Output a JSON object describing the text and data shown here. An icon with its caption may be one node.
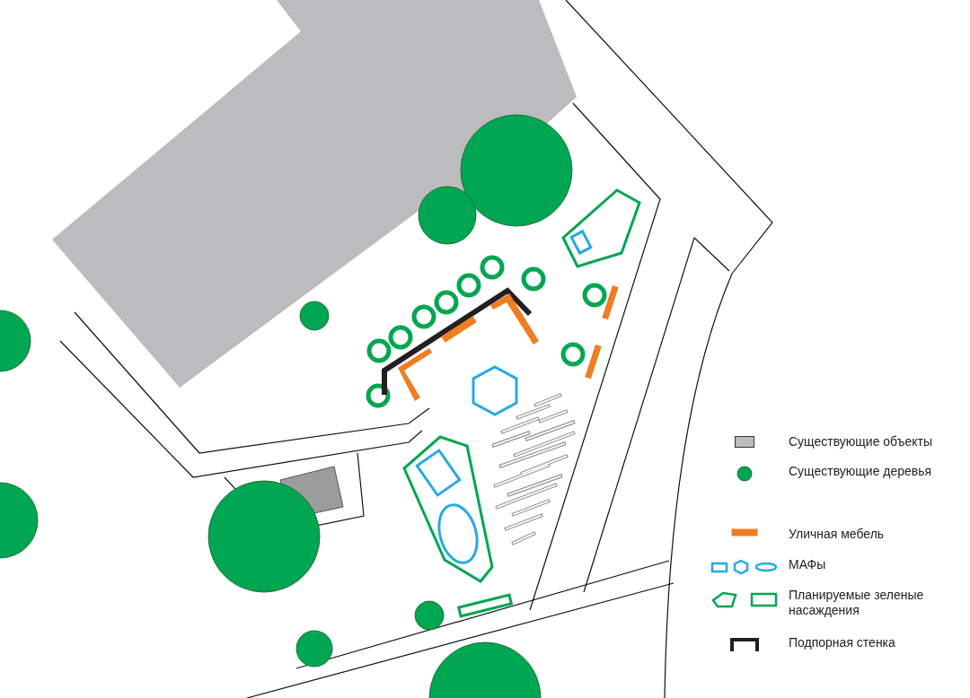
{
  "diagram": {
    "legend": [
      {
        "text": "Существующие объекты",
        "color": "#bcbbbe"
      },
      {
        "text": "Существующие деревья"
      },
      {
        "text": "Уличная мебель",
        "color": "#ef7d22"
      },
      {
        "text": "МАФы"
      },
      {
        "text": "Планируемые зеленые насаждения"
      },
      {
        "text": "Подпорная стенка"
      }
    ]
  }
}
